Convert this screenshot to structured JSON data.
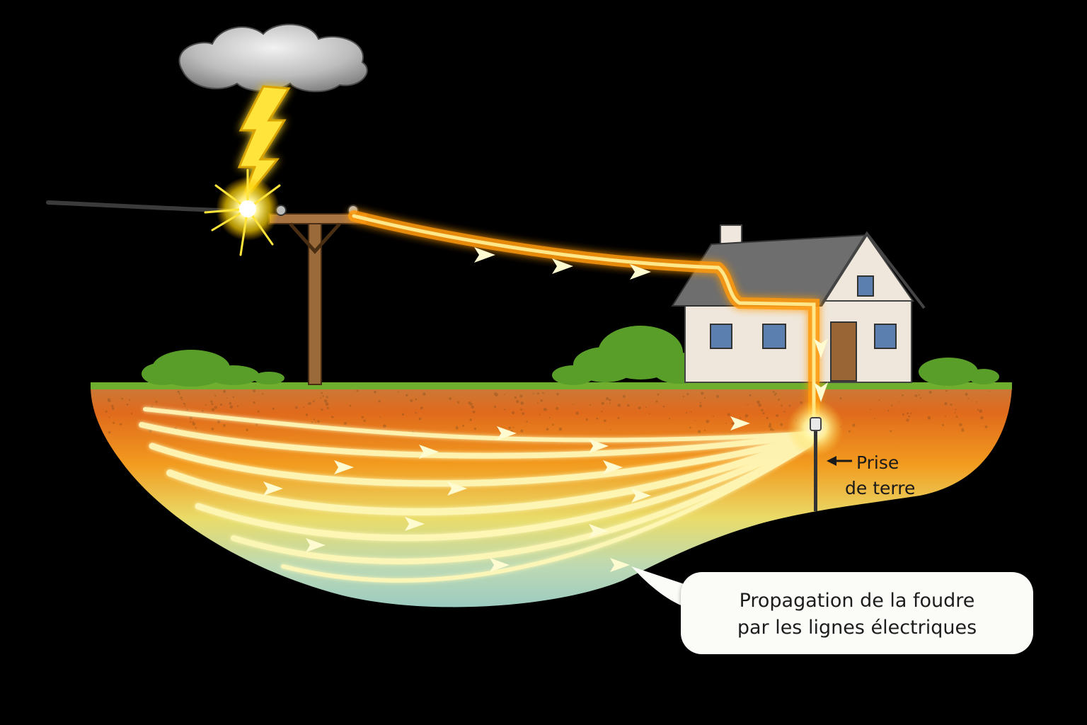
{
  "labels": {
    "ground_rod": {
      "arrow": "←",
      "line1": "Prise",
      "line2": "de terre"
    },
    "caption": {
      "line1": "Propagation de la foudre",
      "line2": "par les lignes électriques"
    }
  },
  "colors": {
    "background": "#000000",
    "lightning": "#ffe43a",
    "surge": "#ffb020",
    "grass": "#6fae2e",
    "soil_top": "#e8781e",
    "soil_bottom": "#a9d4c0",
    "house_wall": "#efe7dc",
    "roof": "#6e6e6e",
    "pole": "#9a6a3a"
  },
  "icons": [
    "cloud-icon",
    "lightning-bolt-icon",
    "utility-pole-icon",
    "house-icon",
    "ground-rod-icon",
    "bush-icon"
  ]
}
